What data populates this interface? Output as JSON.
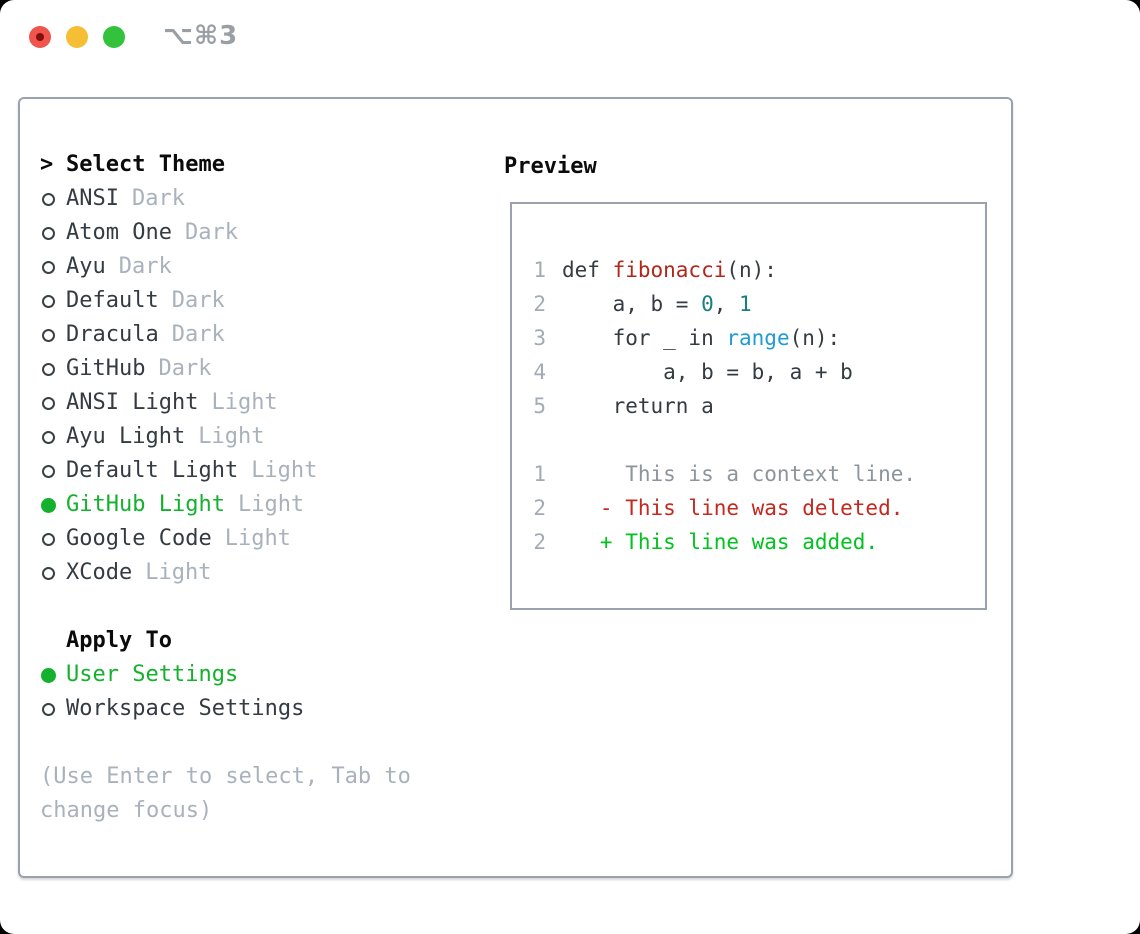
{
  "window": {
    "title": "⌥⌘3",
    "traffic_lights": [
      "close",
      "minimize",
      "zoom"
    ]
  },
  "colors": {
    "text-dark": "#353b42",
    "text-black": "#0b0b0b",
    "text-muted": "#a9b2bc",
    "line-number": "#a2abb5",
    "panel-border": "#9aa3ad",
    "title-gray": "#9a9fa5",
    "accent-green": "#14b12e",
    "code-default": "#353b42",
    "code-function": "#b1271b",
    "code-builtin": "#1e9cd3",
    "code-number": "#177f7d",
    "diff-context": "#8d949b",
    "diff-deleted": "#c5281c",
    "diff-added": "#00c31f",
    "traffic-red": "#f0544c",
    "traffic-red-dot": "#7f100c",
    "traffic-yellow": "#f6be35",
    "traffic-green": "#33c23c"
  },
  "theme_panel": {
    "header_prefix": ">",
    "header": "Select Theme",
    "items": [
      {
        "name": "ANSI",
        "variant": "Dark",
        "selected": false
      },
      {
        "name": "Atom One",
        "variant": "Dark",
        "selected": false
      },
      {
        "name": "Ayu",
        "variant": "Dark",
        "selected": false
      },
      {
        "name": "Default",
        "variant": "Dark",
        "selected": false
      },
      {
        "name": "Dracula",
        "variant": "Dark",
        "selected": false
      },
      {
        "name": "GitHub",
        "variant": "Dark",
        "selected": false
      },
      {
        "name": "ANSI Light",
        "variant": "Light",
        "selected": false
      },
      {
        "name": "Ayu Light",
        "variant": "Light",
        "selected": false
      },
      {
        "name": "Default Light",
        "variant": "Light",
        "selected": false
      },
      {
        "name": "GitHub Light",
        "variant": "Light",
        "selected": true
      },
      {
        "name": "Google Code",
        "variant": "Light",
        "selected": false
      },
      {
        "name": "XCode",
        "variant": "Light",
        "selected": false
      }
    ]
  },
  "apply_to": {
    "header": "Apply To",
    "items": [
      {
        "name": "User Settings",
        "selected": true
      },
      {
        "name": "Workspace Settings",
        "selected": false
      }
    ]
  },
  "help_text": "(Use Enter to select, Tab to change focus)",
  "preview": {
    "header": "Preview",
    "code_lines": [
      {
        "num": "1",
        "tokens": [
          {
            "t": "def ",
            "c": "code"
          },
          {
            "t": "fibonacci",
            "c": "func"
          },
          {
            "t": "(n):",
            "c": "code"
          }
        ]
      },
      {
        "num": "2",
        "tokens": [
          {
            "t": "    a, b = ",
            "c": "code"
          },
          {
            "t": "0",
            "c": "number"
          },
          {
            "t": ", ",
            "c": "code"
          },
          {
            "t": "1",
            "c": "number"
          }
        ]
      },
      {
        "num": "3",
        "tokens": [
          {
            "t": "    for _ in ",
            "c": "code"
          },
          {
            "t": "range",
            "c": "builtin"
          },
          {
            "t": "(n):",
            "c": "code"
          }
        ]
      },
      {
        "num": "4",
        "tokens": [
          {
            "t": "        a, b = b, a + b",
            "c": "code"
          }
        ]
      },
      {
        "num": "5",
        "tokens": [
          {
            "t": "    return a",
            "c": "code"
          }
        ]
      }
    ],
    "diff_lines": [
      {
        "num": "1",
        "sign": " ",
        "text": "This is a context line.",
        "kind": "context"
      },
      {
        "num": "2",
        "sign": "-",
        "text": "This line was deleted.",
        "kind": "deleted"
      },
      {
        "num": "2",
        "sign": "+",
        "text": "This line was added.",
        "kind": "added"
      }
    ]
  }
}
